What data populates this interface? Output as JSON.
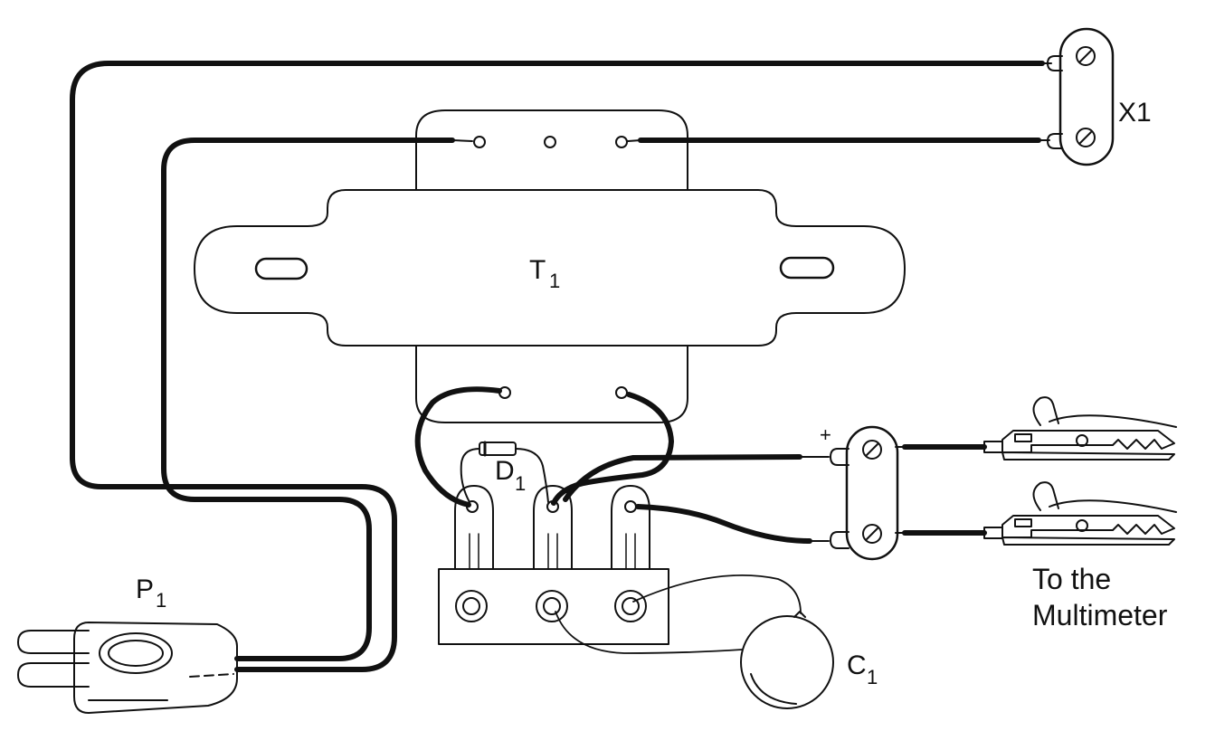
{
  "labels": {
    "x1": "X1",
    "t1_main": "T",
    "t1_sub": "1",
    "d1_main": "D",
    "d1_sub": "1",
    "p1_main": "P",
    "p1_sub": "1",
    "c1_main": "C",
    "c1_sub": "1",
    "plus": "+"
  },
  "note": {
    "line1": "To the",
    "line2": "Multimeter"
  },
  "colors": {
    "ink": "#111111",
    "paper": "#ffffff"
  }
}
